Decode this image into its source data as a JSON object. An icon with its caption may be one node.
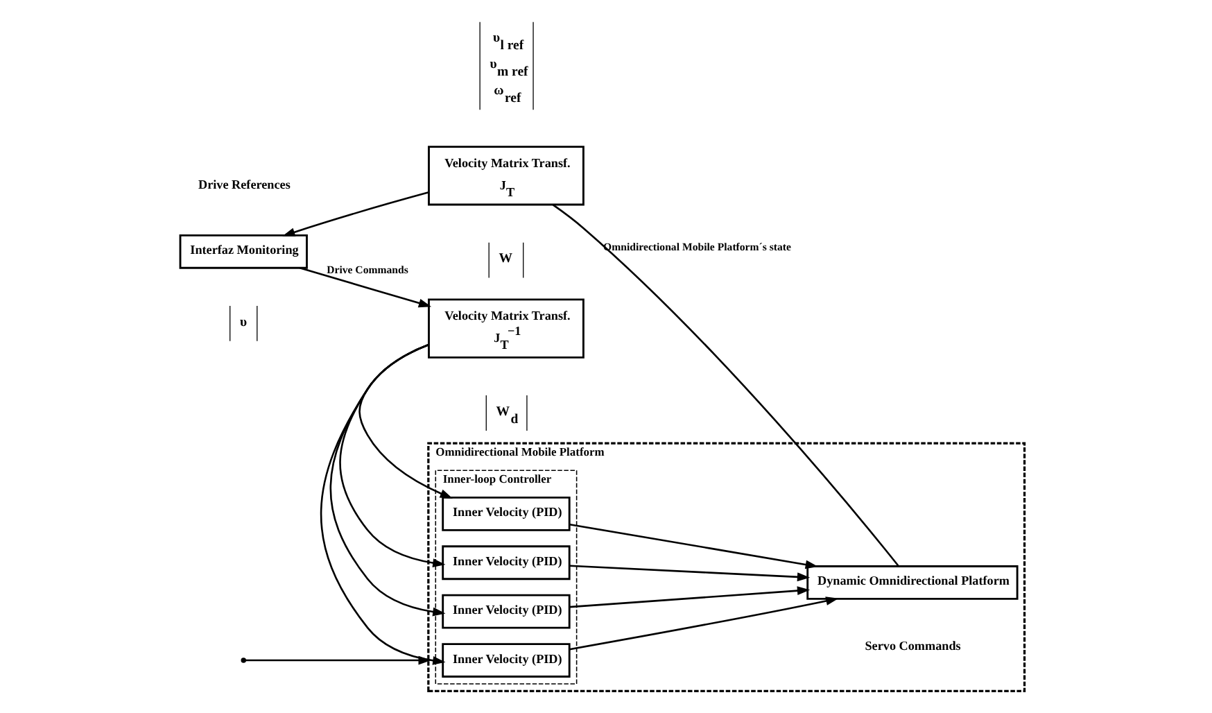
{
  "diagram": {
    "nodes": [
      {
        "text": [
          "Omnidirectional Mobile Platform"
        ]
      },
      {
        "text": [
          "Inner-loop Controller"
        ],
        "in": 0
      },
      {
        "text": [
          "Inner Velocity (PID)"
        ],
        "in": 1
      },
      {
        "text": [
          "Inner Velocity (PID)"
        ],
        "in": 1
      },
      {
        "text": [
          "Inner Velocity (PID)"
        ],
        "in": 1
      },
      {
        "text": [
          "Inner Velocity (PID)"
        ],
        "in": 1
      },
      {
        "text": [
          "Dynamic Omnidirectional Platform"
        ],
        "beside": [
          "Servo Commands"
        ],
        "in": 0
      },
      {
        "text": [
          "Interfaz Monitoring"
        ],
        "beside": [
          "Drive References"
        ]
      },
      {
        "text": [
          "Velocity Matrix Transf.",
          "J$_{T}$$^{−1}$"
        ]
      },
      {
        "text": [
          "Velocity Matrix Transf.",
          "J$_{T}$"
        ]
      }
    ],
    "edges": [
      {
        "from": 7,
        "to": 8,
        "arrow": "to",
        "label": "Drive Commands"
      },
      {
        "from": 8,
        "to": 2,
        "arrow": "to"
      },
      {
        "from": 8,
        "to": 3,
        "arrow": "to"
      },
      {
        "from": 8,
        "to": 4,
        "arrow": "to"
      },
      {
        "from": 8,
        "to": 5,
        "arrow": "to"
      },
      {
        "from": 2,
        "to": 6,
        "arrow": "to"
      },
      {
        "from": 3,
        "to": 6,
        "arrow": "to"
      },
      {
        "from": 4,
        "to": 6,
        "arrow": "to"
      },
      {
        "from": 5,
        "to": 6,
        "arrow": "to"
      },
      {
        "from": 6,
        "to": 9,
        "arrow": "none",
        "label": "Omnidirectional Mobile Platform´s state"
      },
      {
        "from": null,
        "to": 0,
        "arrow": "to"
      },
      {
        "from": 9,
        "to": 7,
        "arrow": "to"
      }
    ],
    "labels": [
      "υ$_{l ref}$",
      "υ$_{m ref}$",
      "ω$_{ref}$",
      "W$_{d}$",
      "υ",
      "W"
    ]
  }
}
